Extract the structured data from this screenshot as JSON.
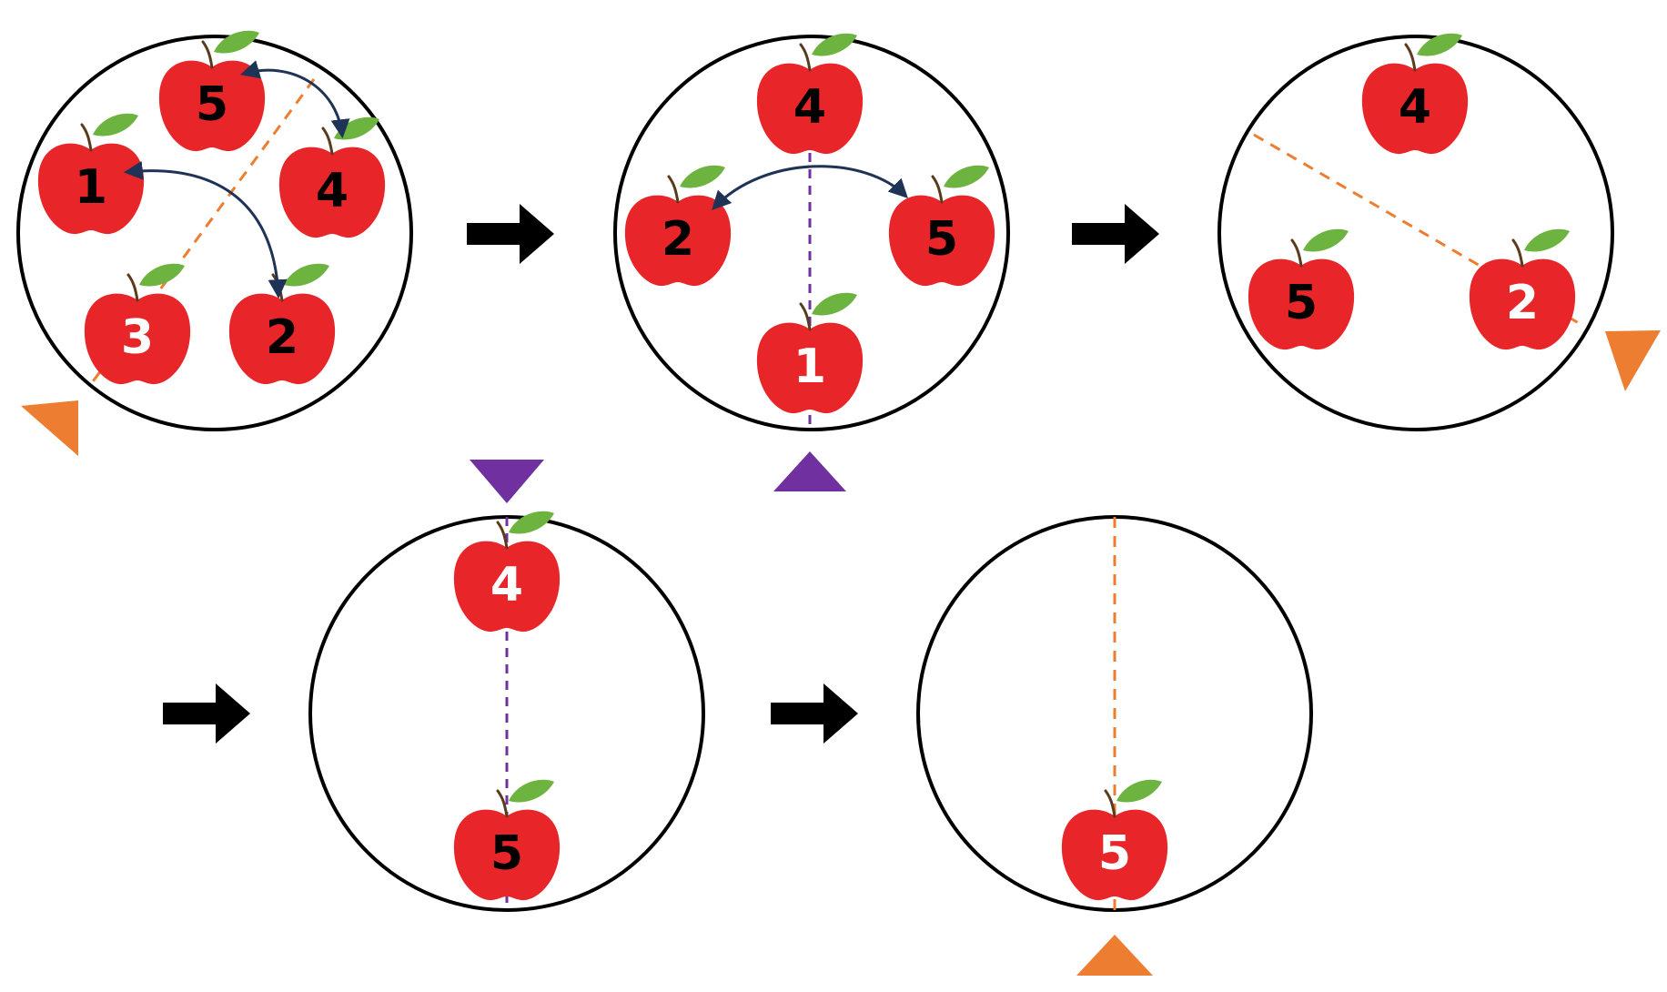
{
  "colors": {
    "circle_stroke": "#000000",
    "apple": "#e8262a",
    "leaf": "#6cb33f",
    "stem": "#5a3b1e",
    "orange": "#ed7d31",
    "purple": "#7030a0",
    "swap_arrow": "#1f3356",
    "step_arrow": "#000000",
    "label_dark": "#000000",
    "label_light": "#ffffff"
  },
  "icons": {
    "apple": "apple-icon",
    "leaf": "leaf-icon",
    "step_arrow": "right-arrow-icon",
    "pointer": "triangle-pointer-icon",
    "swap": "double-headed-curved-arrow-icon"
  },
  "steps": [
    {
      "id": "step-1",
      "apples": [
        {
          "label": "5",
          "label_color": "dark"
        },
        {
          "label": "4",
          "label_color": "dark"
        },
        {
          "label": "1",
          "label_color": "dark"
        },
        {
          "label": "3",
          "label_color": "light"
        },
        {
          "label": "2",
          "label_color": "dark"
        }
      ],
      "swaps": [
        [
          "5",
          "4"
        ],
        [
          "1",
          "2"
        ]
      ],
      "pointer_color": "orange",
      "line_color": "orange"
    },
    {
      "id": "step-2",
      "apples": [
        {
          "label": "4",
          "label_color": "dark"
        },
        {
          "label": "2",
          "label_color": "dark"
        },
        {
          "label": "5",
          "label_color": "dark"
        },
        {
          "label": "1",
          "label_color": "light"
        }
      ],
      "swaps": [
        [
          "2",
          "5"
        ]
      ],
      "pointer_color": "purple",
      "line_color": "purple"
    },
    {
      "id": "step-3",
      "apples": [
        {
          "label": "4",
          "label_color": "dark"
        },
        {
          "label": "5",
          "label_color": "dark"
        },
        {
          "label": "2",
          "label_color": "light"
        }
      ],
      "swaps": [],
      "pointer_color": "orange",
      "line_color": "orange"
    },
    {
      "id": "step-4",
      "apples": [
        {
          "label": "4",
          "label_color": "light"
        },
        {
          "label": "5",
          "label_color": "dark"
        }
      ],
      "swaps": [],
      "pointer_color": "purple",
      "line_color": "purple"
    },
    {
      "id": "step-5",
      "apples": [
        {
          "label": "5",
          "label_color": "light"
        }
      ],
      "swaps": [],
      "pointer_color": "orange",
      "line_color": "orange"
    }
  ]
}
